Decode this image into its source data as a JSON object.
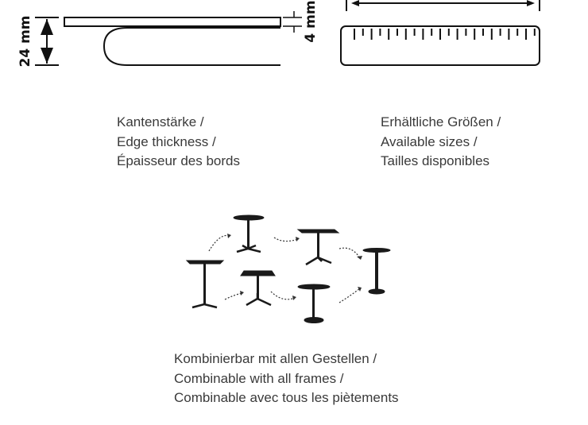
{
  "edge_diagram": {
    "height_label": "24 mm",
    "thickness_label": "4 mm"
  },
  "edge_caption": {
    "line1": "Kantenstärke /",
    "line2": "Edge thickness  /",
    "line3": "Épaisseur des bords"
  },
  "sizes_caption": {
    "line1": "Erhältliche Größen /",
    "line2": "Available sizes /",
    "line3": "Tailles disponibles"
  },
  "frames_caption": {
    "line1": "Kombinierbar mit allen Gestellen /",
    "line2": "Combinable with all frames /",
    "line3": "Combinable avec tous les piètements"
  }
}
